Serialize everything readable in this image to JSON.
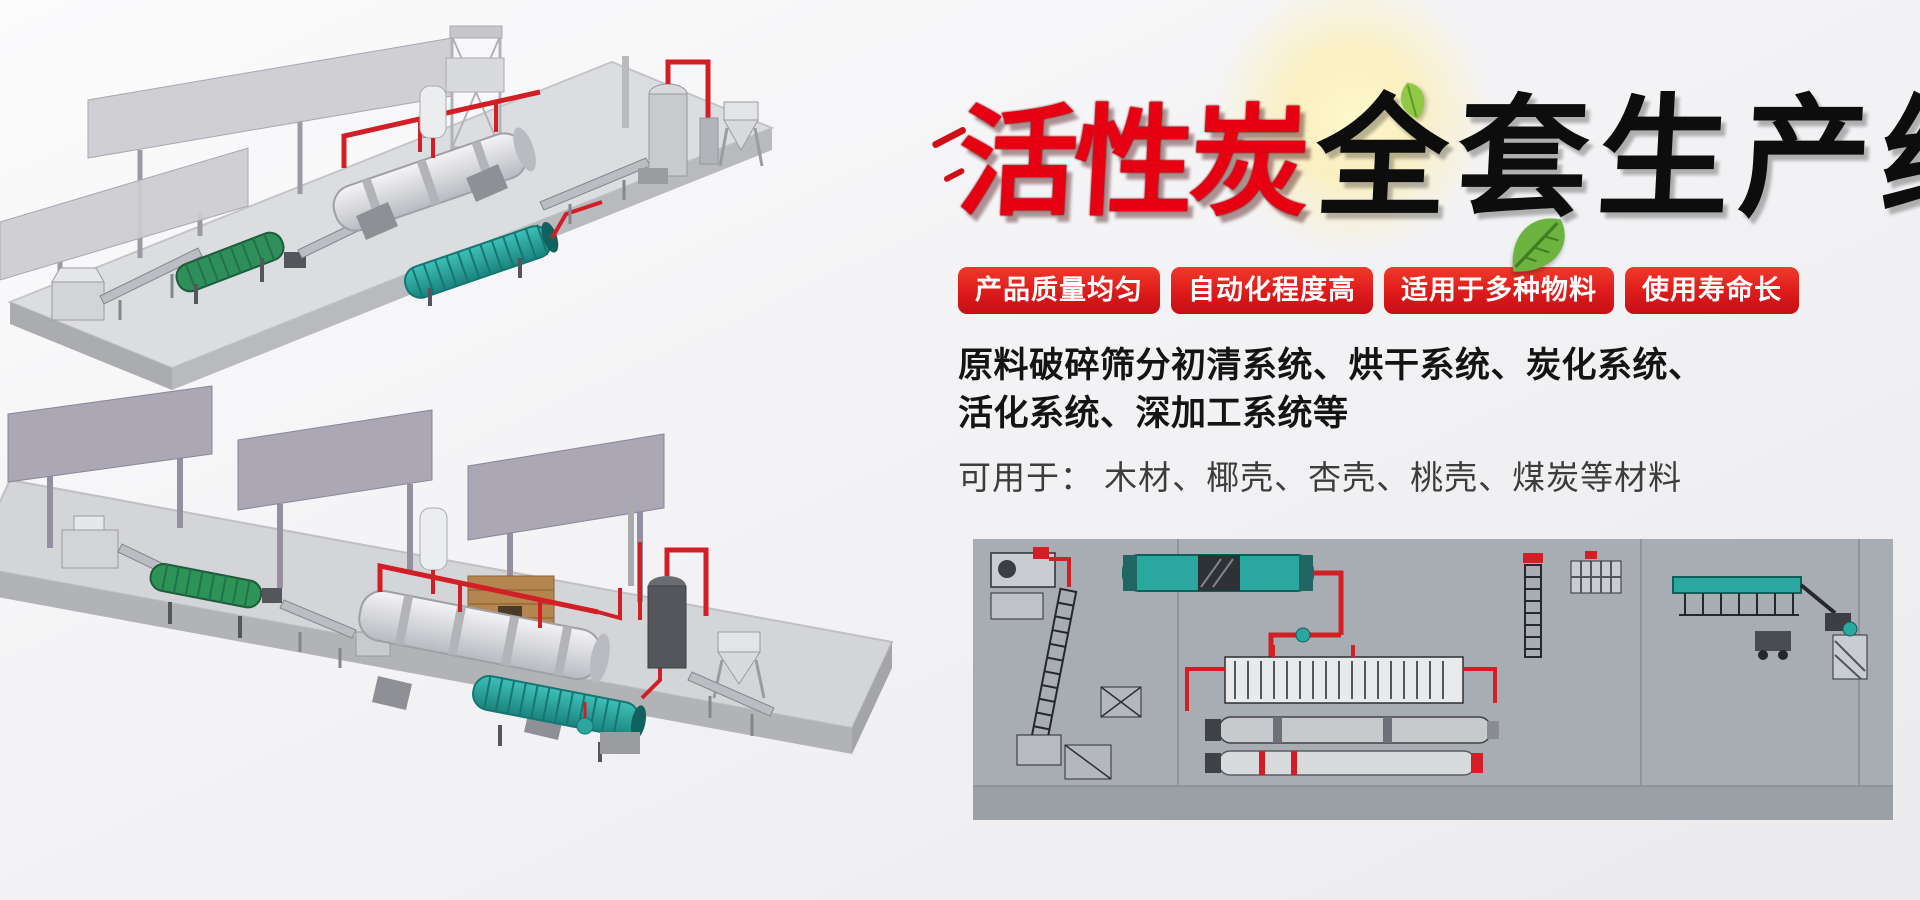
{
  "hero": {
    "title_red": "活性炭",
    "title_black": "全套生产线",
    "badges": [
      {
        "label": "产品质量均匀"
      },
      {
        "label": "自动化程度高"
      },
      {
        "label": "适用于多种物料"
      },
      {
        "label": "使用寿命长"
      }
    ],
    "systems_line1": "原料破碎筛分初清系统、烘干系统、炭化系统、",
    "systems_line2": "活化系统、深加工系统等",
    "materials_line": "可用于： 木材、椰壳、杏壳、桃壳、煤炭等材料"
  },
  "colors": {
    "title_red": "#e60012",
    "title_black": "#0d0d0d",
    "badge_red": "#dd1a1a",
    "pipe_red": "#d21f26",
    "machine_teal": "#2aa8a0",
    "machine_green": "#2e9357",
    "panel_gray": "#c9c9cf",
    "wall_purple_gray": "#a8a3b2",
    "schematic_bg": "#a8acb3",
    "background_top": "#fbfbfc",
    "background_bottom": "#ebebee"
  },
  "illustrations": {
    "top_render": "isometric-3d-production-line-render",
    "bottom_render": "isometric-3d-production-line-render",
    "schematic": "2d-plant-layout-schematic",
    "leaf": "green-leaf-icon",
    "flare": "sun-flare-glow"
  }
}
